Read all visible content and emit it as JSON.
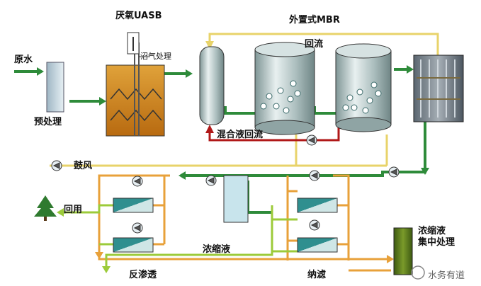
{
  "labels": {
    "raw_water": "原水",
    "pretreatment": "预处理",
    "uasb": "厌氧UASB",
    "biogas": "沼气处理",
    "external_mbr": "外置式MBR",
    "reflux": "回流",
    "mixed_liquor_reflux": "混合液回流",
    "aeration": "鼓风",
    "reuse": "回用",
    "concentrate": "浓缩液",
    "reverse_osmosis": "反渗透",
    "nanofiltration": "纳滤",
    "concentrate_treatment_line1": "浓缩液",
    "concentrate_treatment_line2": "集中处理",
    "watermark": "水务有道"
  },
  "colors": {
    "water_flow": "#2e8b3a",
    "air_flow": "#e8d36a",
    "mixed_liquor": "#b01818",
    "concentrate_flow": "#e8a13a",
    "permeate_flow": "#9ccb3a",
    "tank_fill": "#c8d8d8",
    "uasb_fill": "#d58a1c"
  }
}
